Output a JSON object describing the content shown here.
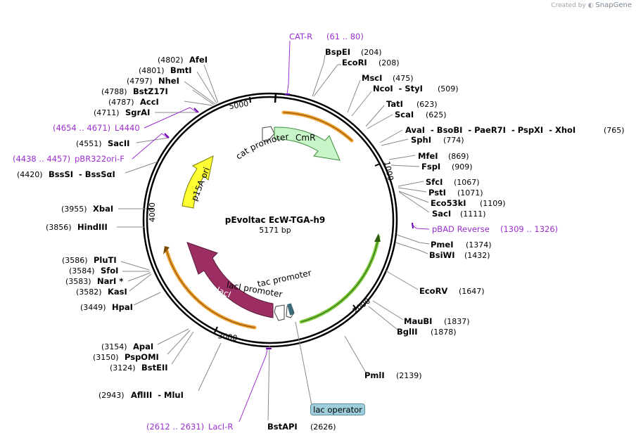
{
  "watermark": {
    "prefix": "Created by",
    "brand": "SnapGene"
  },
  "plasmid": {
    "name": "pEvoltac EcW-TGA-h9",
    "size_label": "5171 bp"
  },
  "ticks": [
    "1000",
    "2000",
    "3000",
    "4000",
    "5000"
  ],
  "sites_right": [
    {
      "name": "BspEI",
      "pos": "(204)"
    },
    {
      "name": "EcoRI",
      "pos": "(208)"
    },
    {
      "name": "MscI",
      "pos": "(475)"
    },
    {
      "name": "NcoI  - StyI",
      "pos": "(509)"
    },
    {
      "name": "TatI",
      "pos": "(623)"
    },
    {
      "name": "ScaI",
      "pos": "(625)"
    },
    {
      "name": "AvaI  - BsoBI  - PaeR7I  - PspXI  - XhoI",
      "pos": "(765)"
    },
    {
      "name": "SphI",
      "pos": "(774)"
    },
    {
      "name": "MfeI",
      "pos": "(869)"
    },
    {
      "name": "FspI",
      "pos": "(909)"
    },
    {
      "name": "SfcI",
      "pos": "(1067)"
    },
    {
      "name": "PstI",
      "pos": "(1071)"
    },
    {
      "name": "Eco53kI",
      "pos": "(1109)"
    },
    {
      "name": "SacI",
      "pos": "(1111)"
    },
    {
      "name": "PmeI",
      "pos": "(1374)"
    },
    {
      "name": "BsiWI",
      "pos": "(1432)"
    },
    {
      "name": "EcoRV",
      "pos": "(1647)"
    },
    {
      "name": "MauBI",
      "pos": "(1837)"
    },
    {
      "name": "BglII",
      "pos": "(1878)"
    },
    {
      "name": "PmlI",
      "pos": "(2139)"
    },
    {
      "name": "BstAPI",
      "pos": "(2626)"
    }
  ],
  "sites_left": [
    {
      "name": "AfeI",
      "pos": "(4802)"
    },
    {
      "name": "BmtI",
      "pos": "(4801)"
    },
    {
      "name": "NheI",
      "pos": "(4797)"
    },
    {
      "name": "BstZ17I",
      "pos": "(4788)"
    },
    {
      "name": "AccI",
      "pos": "(4787)"
    },
    {
      "name": "SgrAI",
      "pos": "(4711)"
    },
    {
      "name": "SacII",
      "pos": "(4551)"
    },
    {
      "name": "BssSI  - BssSαI",
      "pos": "(4420)"
    },
    {
      "name": "XbaI",
      "pos": "(3955)"
    },
    {
      "name": "HindIII",
      "pos": "(3856)"
    },
    {
      "name": "PluTI",
      "pos": "(3586)"
    },
    {
      "name": "SfoI",
      "pos": "(3584)"
    },
    {
      "name": "NarI *",
      "pos": "(3583)"
    },
    {
      "name": "KasI",
      "pos": "(3582)"
    },
    {
      "name": "HpaI",
      "pos": "(3449)"
    },
    {
      "name": "ApaI",
      "pos": "(3154)"
    },
    {
      "name": "PspOMI",
      "pos": "(3150)"
    },
    {
      "name": "BstEII",
      "pos": "(3124)"
    },
    {
      "name": "AflIII  - MluI",
      "pos": "(2943)"
    }
  ],
  "primers": [
    {
      "name": "CAT-R",
      "range": "(61 .. 80)"
    },
    {
      "name": "L4440",
      "range": "(4654 .. 4671)"
    },
    {
      "name": "pBR322ori-F",
      "range": "(4438 .. 4457)"
    },
    {
      "name": "pBAD Reverse",
      "range": "(1309 .. 1326)"
    },
    {
      "name": "LacI-R",
      "range": "(2612 .. 2631)"
    }
  ],
  "features": {
    "cmr": "CmR",
    "cat_promoter": "cat promoter",
    "p15a_ori": "p15A ori",
    "laci": "lacI",
    "laci_promoter": "lacI promoter",
    "tac_promoter": "tac promoter",
    "lac_operator": "lac operator"
  },
  "colors": {
    "backbone": "#000000",
    "cmr": "#c8f5c8",
    "p15a": "#ffff33",
    "laci": "#9c2e63",
    "highlight_orange": "#f0a030",
    "highlight_green": "#7acc3a",
    "primer": "#9b2fd0",
    "lac_operator": "#9fcfdc"
  }
}
